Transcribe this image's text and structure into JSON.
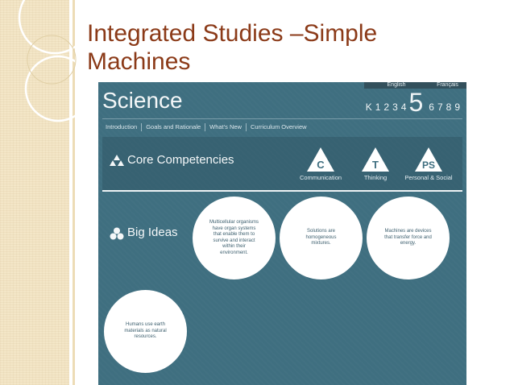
{
  "slide": {
    "title_line1": "Integrated Studies –Simple",
    "title_line2": "Machines"
  },
  "site": {
    "languages": [
      "English",
      "Français"
    ],
    "title": "Science",
    "grades": [
      "K",
      "1",
      "2",
      "3",
      "4",
      "5",
      "6",
      "7",
      "8",
      "9"
    ],
    "current_grade": "5",
    "nav": [
      "Introduction",
      "Goals and Rationale",
      "What's New",
      "Curriculum Overview"
    ]
  },
  "core_competencies": {
    "title": "Core Competencies",
    "items": [
      {
        "letter": "C",
        "label": "Communication"
      },
      {
        "letter": "T",
        "label": "Thinking"
      },
      {
        "letter": "PS",
        "label": "Personal & Social"
      }
    ]
  },
  "big_ideas": {
    "title": "Big Ideas",
    "items": [
      "Multicellular organisms have organ systems that enable them to survive and interact within their environment.",
      "Solutions are homogeneous mixtures.",
      "Machines are devices that transfer force and energy.",
      "Humans use earth materials as natural resources."
    ]
  },
  "colors": {
    "title": "#8b3a18",
    "panel": "#3f6f80",
    "deco": "#f3e6c7"
  }
}
